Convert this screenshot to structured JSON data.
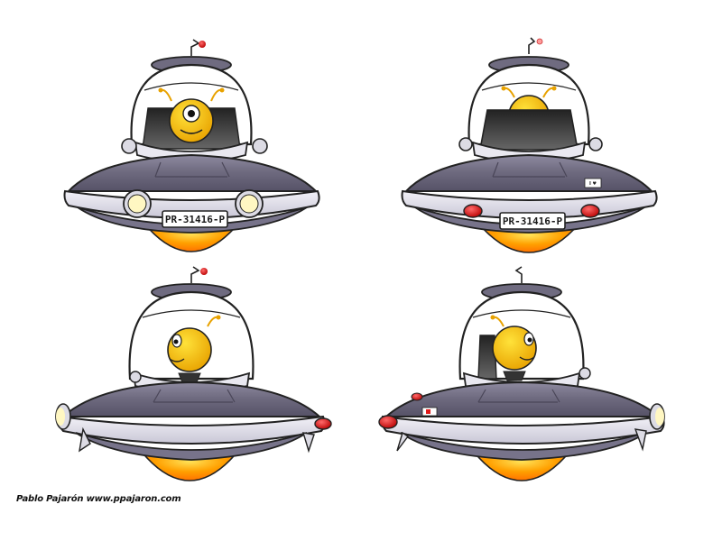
{
  "plate_text": "PR-31416-P",
  "sticker_text": "I ♥",
  "credit": "Pablo Pajarón www.ppajaron.com",
  "colors": {
    "hull_light": "#e4e3ec",
    "hull_dark": "#6f6b80",
    "hull_edge": "#4a4658",
    "alien": "#f5c400",
    "alien_shade": "#e8a200",
    "flame": "#ff8a00",
    "flame_core": "#ffd23a",
    "light_red": "#e01818",
    "headlight": "#fff7c2"
  },
  "views": [
    {
      "name": "front"
    },
    {
      "name": "back"
    },
    {
      "name": "side-left-facing"
    },
    {
      "name": "side-right-facing"
    }
  ]
}
